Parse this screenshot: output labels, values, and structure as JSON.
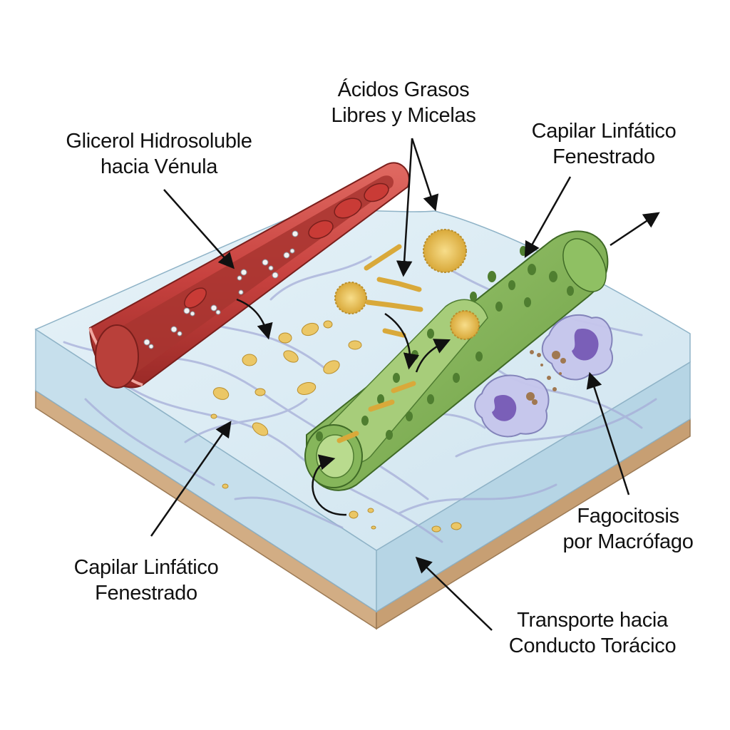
{
  "labels": {
    "glycerol": {
      "line1": "Glicerol Hidrosoluble",
      "line2": "hacia Vénula"
    },
    "fatty_acids": {
      "line1": "Ácidos Grasos",
      "line2": "Libres y Micelas"
    },
    "lymph_top": {
      "line1": "Capilar Linfático",
      "line2": "Fenestrado"
    },
    "lymph_bottom": {
      "line1": "Capilar Linfático",
      "line2": "Fenestrado"
    },
    "phagocytosis": {
      "line1": "Fagocitosis",
      "line2": "por Macrófago"
    },
    "transport": {
      "line1": "Transporte hacia",
      "line2": "Conducto Torácico"
    }
  },
  "colors": {
    "venule": "#c8423f",
    "venule_lumen": "#8f2420",
    "lymphatic": "#7fae55",
    "lymphatic_inner": "#a9cf7c",
    "tissue_top": "#dcecf4",
    "tissue_side": "#bcd9e8",
    "base": "#d8b48c",
    "fat": "#e9c46a",
    "macrophage": "#b8b6e6",
    "nucleus": "#7a5fb8",
    "arrow": "#111111"
  }
}
